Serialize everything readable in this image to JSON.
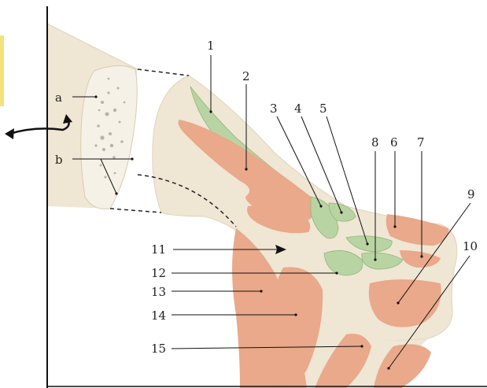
{
  "labels": {
    "l1": "1",
    "l2": "2",
    "l3": "3",
    "l4": "4",
    "l5": "5",
    "l6": "6",
    "l7": "7",
    "l8": "8",
    "l9": "9",
    "l10": "10",
    "l11": "11",
    "l12": "12",
    "l13": "13",
    "l14": "14",
    "l15": "15",
    "la": "a",
    "lb": "b"
  },
  "colors": {
    "bone": "#efe6d3",
    "bone_shade": "#e2d6bd",
    "muscle": "#e9a98a",
    "muscle_edge": "#d98d6d",
    "green": "#b9d4a3",
    "green_edge": "#8fb57a",
    "marrow_dots": "#b9b2a5"
  }
}
